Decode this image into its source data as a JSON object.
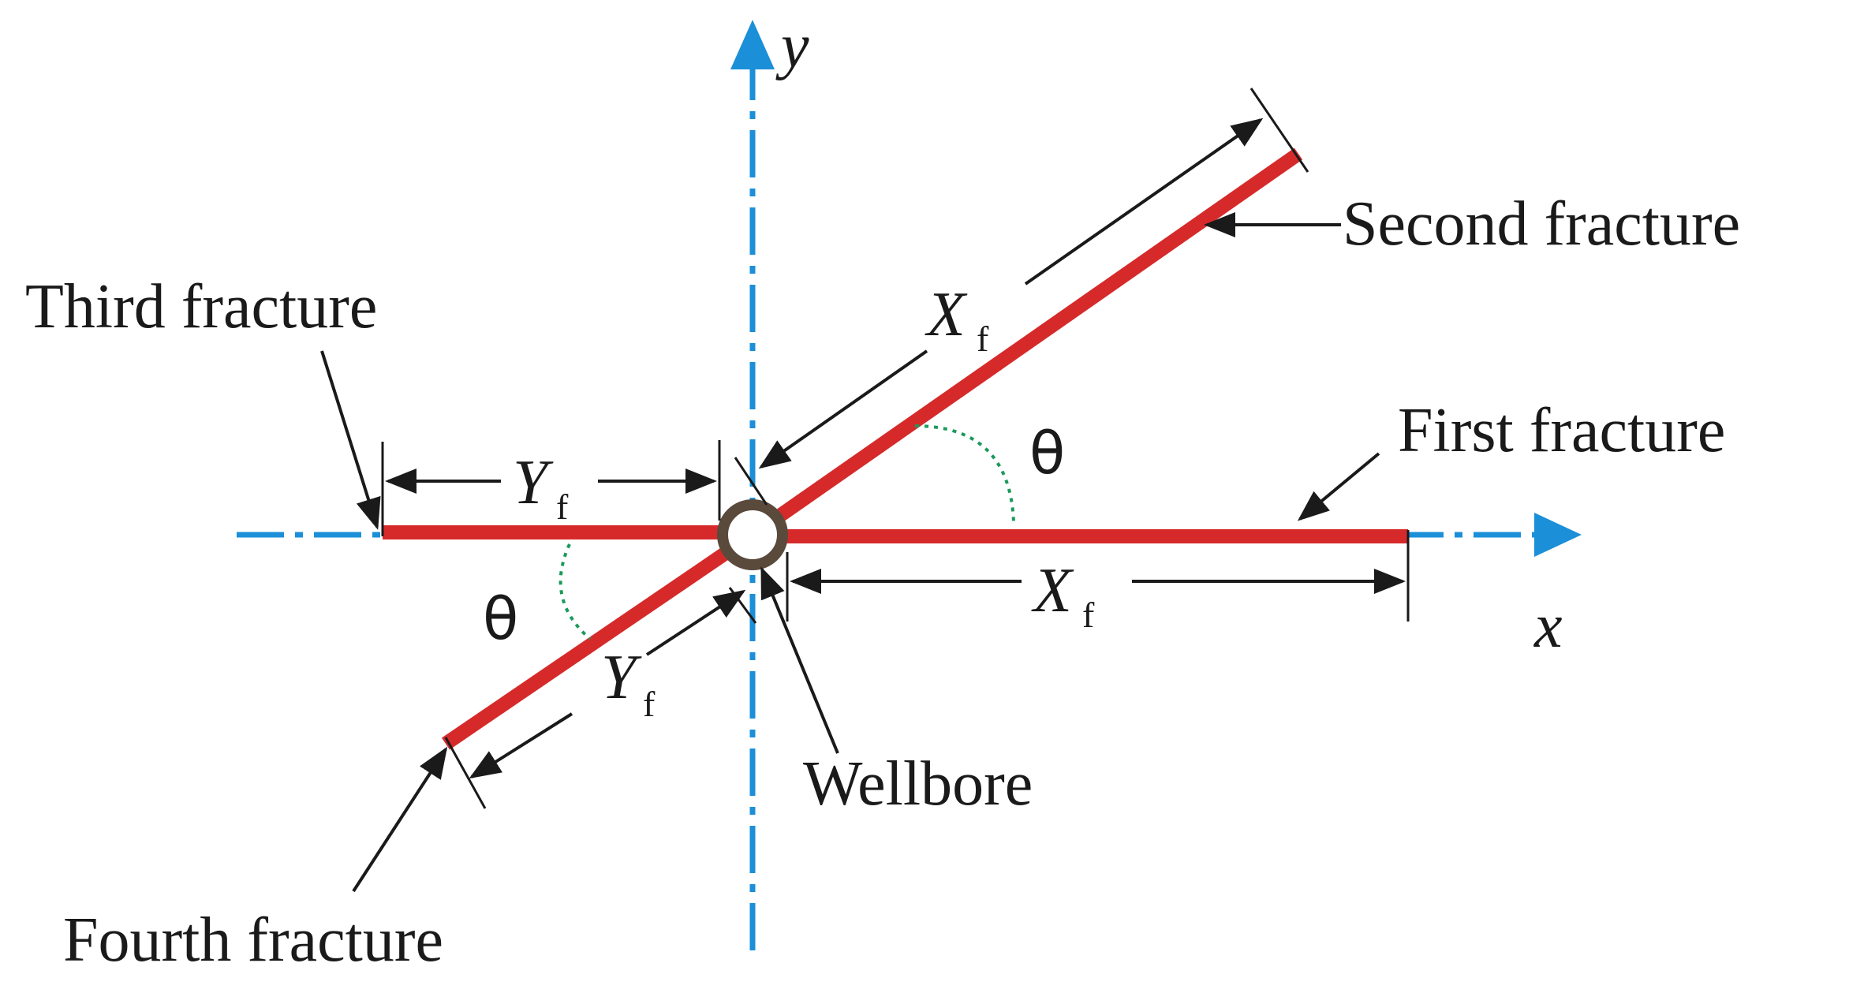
{
  "labels": {
    "second_fracture": "Second fracture",
    "third_fracture": "Third fracture",
    "first_fracture": "First fracture",
    "fourth_fracture": "Fourth fracture",
    "wellbore": "Wellbore",
    "x_axis": "x",
    "y_axis": "y",
    "theta": "θ",
    "xf_main": "X",
    "xf_sub": "f",
    "yf_main": "Y",
    "yf_sub": "f"
  },
  "colors": {
    "fracture": "#d62a2a",
    "axis": "#1b8fd8",
    "angle_arc": "#1a9a5a",
    "ink": "#1a1a1a",
    "wellbore_ring": "#5a4a3c"
  }
}
